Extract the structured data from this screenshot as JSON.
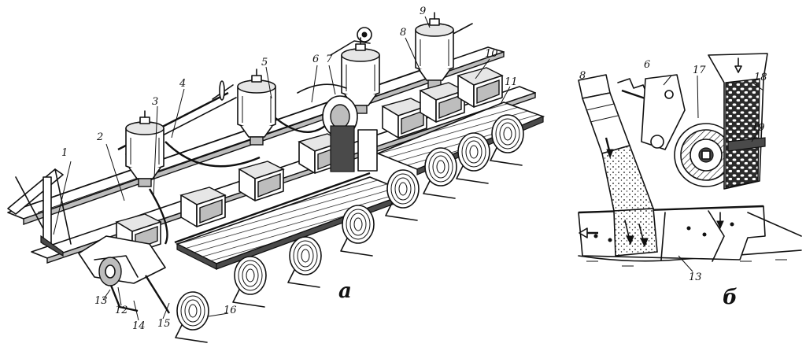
{
  "panels": [
    {
      "id": "a",
      "label": "а"
    },
    {
      "id": "b",
      "label": "б"
    }
  ],
  "callouts_a": [
    "1",
    "2",
    "3",
    "4",
    "5",
    "6",
    "7",
    "8",
    "9",
    "10",
    "11",
    "12",
    "13",
    "14",
    "15",
    "16"
  ],
  "callouts_b": [
    "8",
    "6",
    "17",
    "18",
    "19",
    "13"
  ]
}
